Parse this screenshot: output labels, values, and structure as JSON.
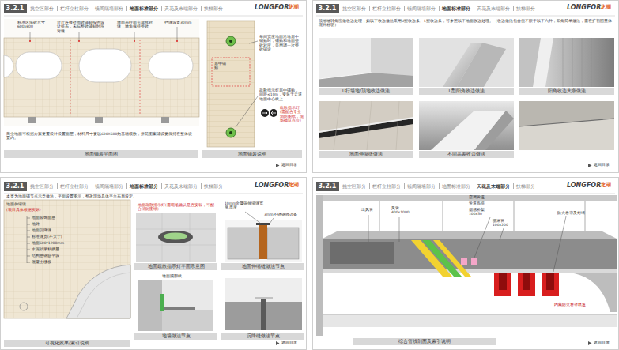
{
  "diagram": {
    "nodes": [
      {
        "text": [
          "挑空区部分",
          "栏杆立柱部分",
          "镜间隔墙部分",
          "地面标准部分",
          "天花及末端部分",
          "扶梯部分"
        ]
      },
      {
        "text": [
          "3.2.1"
        ],
        "in": 0
      },
      {
        "text": [
          "地面铺装平面图"
        ],
        "in": 0
      },
      {
        "text": [
          "地面铺装说明"
        ],
        "in": 0
      },
      {
        "text": [
          "挑空区部分",
          "栏杆立柱部分",
          "镜间隔墙部分",
          "地面标准部分",
          "天花及末端部分",
          "扶梯部分"
        ]
      },
      {
        "text": [
          "3.2.1"
        ],
        "in": 4
      },
      {
        "text": [
          "U行墙地/顶地收边做法"
        ],
        "in": 4
      },
      {
        "text": [
          "L型阳角收边做法"
        ],
        "in": 4
      },
      {
        "text": [
          "阳角收边大条做法"
        ],
        "in": 4
      },
      {
        "text": [
          "地面伸缩缝做法"
        ],
        "in": 4
      },
      {
        "text": [
          "不同高差收边做法"
        ],
        "in": 4
      },
      {
        "text": [
          "挑空区部分",
          "栏杆立柱部分",
          "镜间隔墙部分",
          "地面标准部分",
          "天花及末端部分",
          "扶梯部分"
        ]
      },
      {
        "text": [
          "3.2.1"
        ],
        "in": 11
      },
      {
        "text": [
          "可视化效果/索引说明"
        ],
        "in": 11
      },
      {
        "text": [
          "地面疏散指示灯平面示意图"
        ],
        "in": 11
      },
      {
        "text": [
          "地面伸缩缝做法节点"
        ],
        "in": 11
      },
      {
        "text": [
          "地墙做法节点"
        ],
        "in": 11
      },
      {
        "text": [
          "沉降缝做法节点"
        ],
        "in": 11
      },
      {
        "text": [
          "挑空区部分",
          "栏杆立柱部分",
          "镜间隔墙部分",
          "地面标准部分",
          "天花及末端部分",
          "扶梯部分"
        ]
      },
      {
        "text": [
          "3.2.1"
        ],
        "in": 18
      },
      {
        "text": [
          "综合管线剖面及索引说明"
        ],
        "in": 18
      }
    ],
    "labels": [
      "LONGFOR",
      "龙湖",
      "标准区域砖尺寸600x600",
      "过厅连接处地砖铺贴按照设计排布，未端整砖铺贴时应对缝",
      "墙面与柱面完成线对缝，墙角保持整砖",
      "挡缝设置30mm",
      "商业地面可根据方案要置设计设置面层，材料尺寸要以600X600为基础模数，拼花图案铺设要保持在整体设置内。",
      "居中铺贴",
      "每间宽度地面沿墙居中铺贴时，铺贴和墙面整砖对应，采用调一次整砖铺设",
      "疏散指示灯居中铺贴，间距≤10m，安装于走道地面中心线上",
      "疏散指示灯(需配合专业消防图纸，现场确认点位)",
      "返回目录",
      "LONGFOR",
      "龙湖",
      "顶地墙转角应做收边处理，如以下收边做法采用U型收边条、L型收边条，可参照以下地面收边处理。（收边做法包含但不限于以下六种，阳角简单做法，需在扩初图里体现并标明）",
      "返回目录",
      "LONGFOR",
      "龙湖",
      "本页为地面铺节点示意做法，平面设置图示，整改现场具体平台布局设定。",
      "地面伸缩缝",
      "(项目具体根据实际)",
      "地面装饰面层",
      "地砖",
      "地面沉降缝",
      "标准缝宽(不大于)",
      "地面600*1200mm",
      "水泥砂浆粘接层",
      "结构层钢筋平设",
      "混凝土楼板",
      "地面疏散指示灯(需现场确认是否安装，可配合消防图纸)",
      "10mm金属铜伸缩缝宽度,厚度",
      "3mm不锈钢收边条",
      "墙面踢脚线",
      "返回目录",
      "LONGFOR",
      "龙湖",
      "出风管",
      "风管 400x1000",
      "空调管道",
      "管道系统",
      "烟感桥架 100x50",
      "喷淋管 100x200",
      "防火卷帘及封堵",
      "内藏防火卷帘轨道",
      "返回目录"
    ]
  }
}
